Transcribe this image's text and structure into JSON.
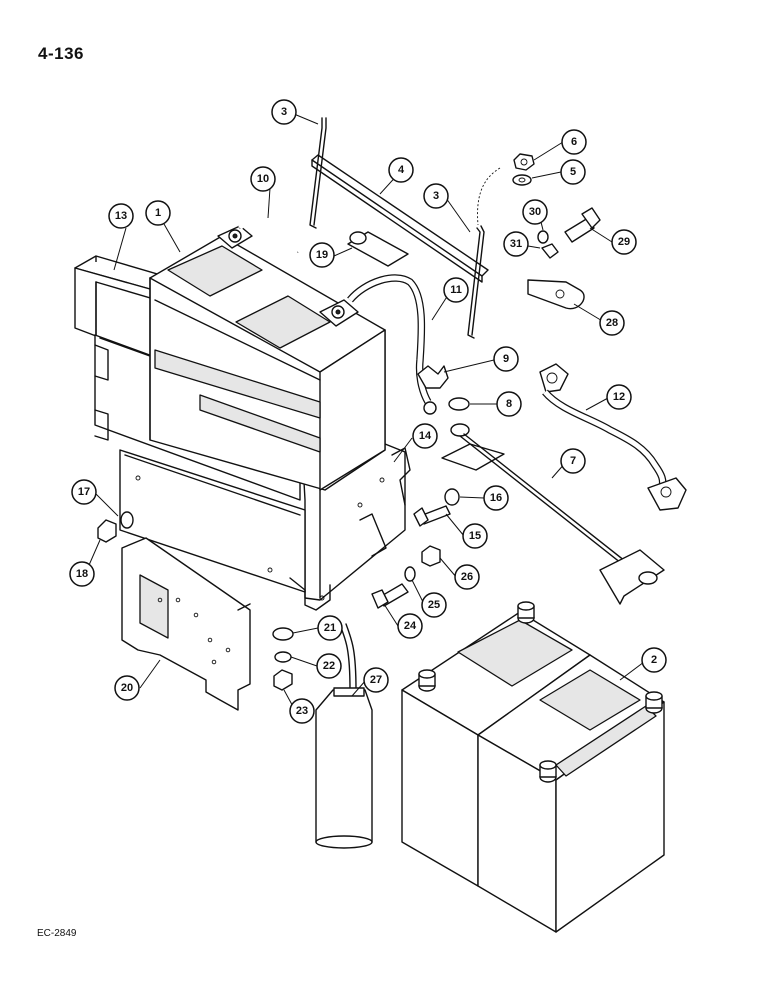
{
  "page": {
    "number": "4-136",
    "figure_code": "EC-2849"
  },
  "callouts": [
    {
      "id": "c-3a",
      "label": "3"
    },
    {
      "id": "c-3b",
      "label": "3"
    },
    {
      "id": "c-4",
      "label": "4"
    },
    {
      "id": "c-6",
      "label": "6"
    },
    {
      "id": "c-5",
      "label": "5"
    },
    {
      "id": "c-10",
      "label": "10"
    },
    {
      "id": "c-13",
      "label": "13"
    },
    {
      "id": "c-1",
      "label": "1"
    },
    {
      "id": "c-19",
      "label": "19"
    },
    {
      "id": "c-30",
      "label": "30"
    },
    {
      "id": "c-29",
      "label": "29"
    },
    {
      "id": "c-31",
      "label": "31"
    },
    {
      "id": "c-11",
      "label": "11"
    },
    {
      "id": "c-28",
      "label": "28"
    },
    {
      "id": "c-9",
      "label": "9"
    },
    {
      "id": "c-8",
      "label": "8"
    },
    {
      "id": "c-12",
      "label": "12"
    },
    {
      "id": "c-14",
      "label": "14"
    },
    {
      "id": "c-7",
      "label": "7"
    },
    {
      "id": "c-17",
      "label": "17"
    },
    {
      "id": "c-16",
      "label": "16"
    },
    {
      "id": "c-15",
      "label": "15"
    },
    {
      "id": "c-18",
      "label": "18"
    },
    {
      "id": "c-26",
      "label": "26"
    },
    {
      "id": "c-25",
      "label": "25"
    },
    {
      "id": "c-24",
      "label": "24"
    },
    {
      "id": "c-21",
      "label": "21"
    },
    {
      "id": "c-2",
      "label": "2"
    },
    {
      "id": "c-27",
      "label": "27"
    },
    {
      "id": "c-22",
      "label": "22"
    },
    {
      "id": "c-20",
      "label": "20"
    },
    {
      "id": "c-23",
      "label": "23"
    }
  ]
}
